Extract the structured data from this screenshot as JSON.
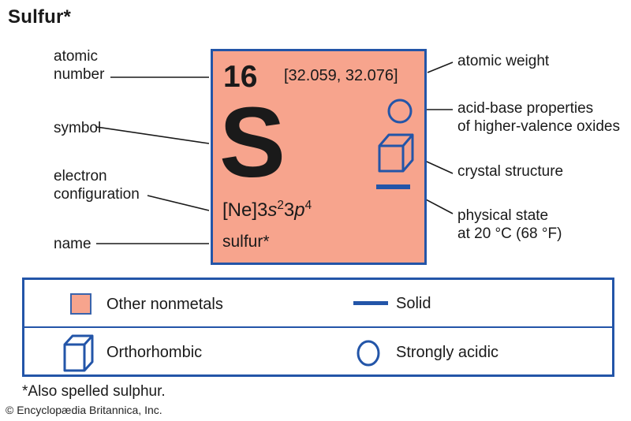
{
  "title": "Sulfur*",
  "colors": {
    "accent_blue": "#2355a8",
    "element_fill_salmon": "#f7a48d",
    "text": "#1a1a1a"
  },
  "card": {
    "atomic_number": "16",
    "atomic_weight": "[32.059, 32.076]",
    "symbol": "S",
    "electron_configuration": {
      "prefix": "[Ne]3",
      "s_letter": "s",
      "s_sup": "2",
      "mid": "3",
      "p_letter": "p",
      "p_sup": "4"
    },
    "name": "sulfur*"
  },
  "left_labels": {
    "atomic_number": "atomic\nnumber",
    "symbol": "symbol",
    "electron_configuration": "electron\nconfiguration",
    "name": "name"
  },
  "right_labels": {
    "atomic_weight": "atomic weight",
    "acid_base": "acid-base properties\nof higher-valence oxides",
    "crystal_structure": "crystal structure",
    "physical_state": "physical state\nat 20 °C (68 °F)"
  },
  "icons": {
    "acid_base": "circle-outline",
    "crystal_structure": "orthorhombic-cube",
    "physical_state": "solid-dash"
  },
  "legend": {
    "other_nonmetals": "Other nonmetals",
    "solid": "Solid",
    "orthorhombic": "Orthorhombic",
    "strongly_acidic": "Strongly acidic"
  },
  "footnote": "*Also spelled sulphur.",
  "copyright": "© Encyclopædia Britannica, Inc."
}
